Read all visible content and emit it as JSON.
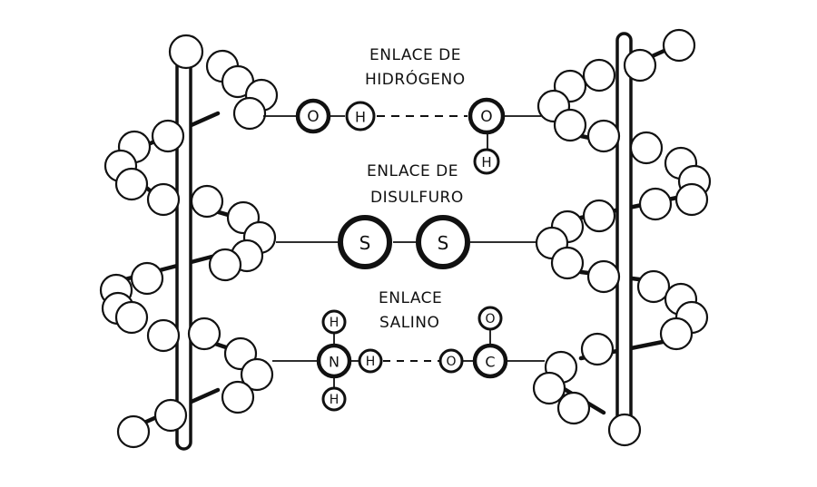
{
  "labels": {
    "hydrogen_bond": [
      "ENLACE DE",
      "HIDRÓGENO"
    ],
    "disulfide_bond": [
      "ENLACE DE",
      "DISULFURO"
    ],
    "salt_bond": [
      "ENLACE",
      "SALINO"
    ]
  },
  "atoms": {
    "oxygen": "O",
    "hydrogen": "H",
    "sulfur": "S",
    "nitrogen": "N",
    "carbon": "C"
  },
  "colors": {
    "ink": "#111111",
    "background": "#ffffff"
  }
}
